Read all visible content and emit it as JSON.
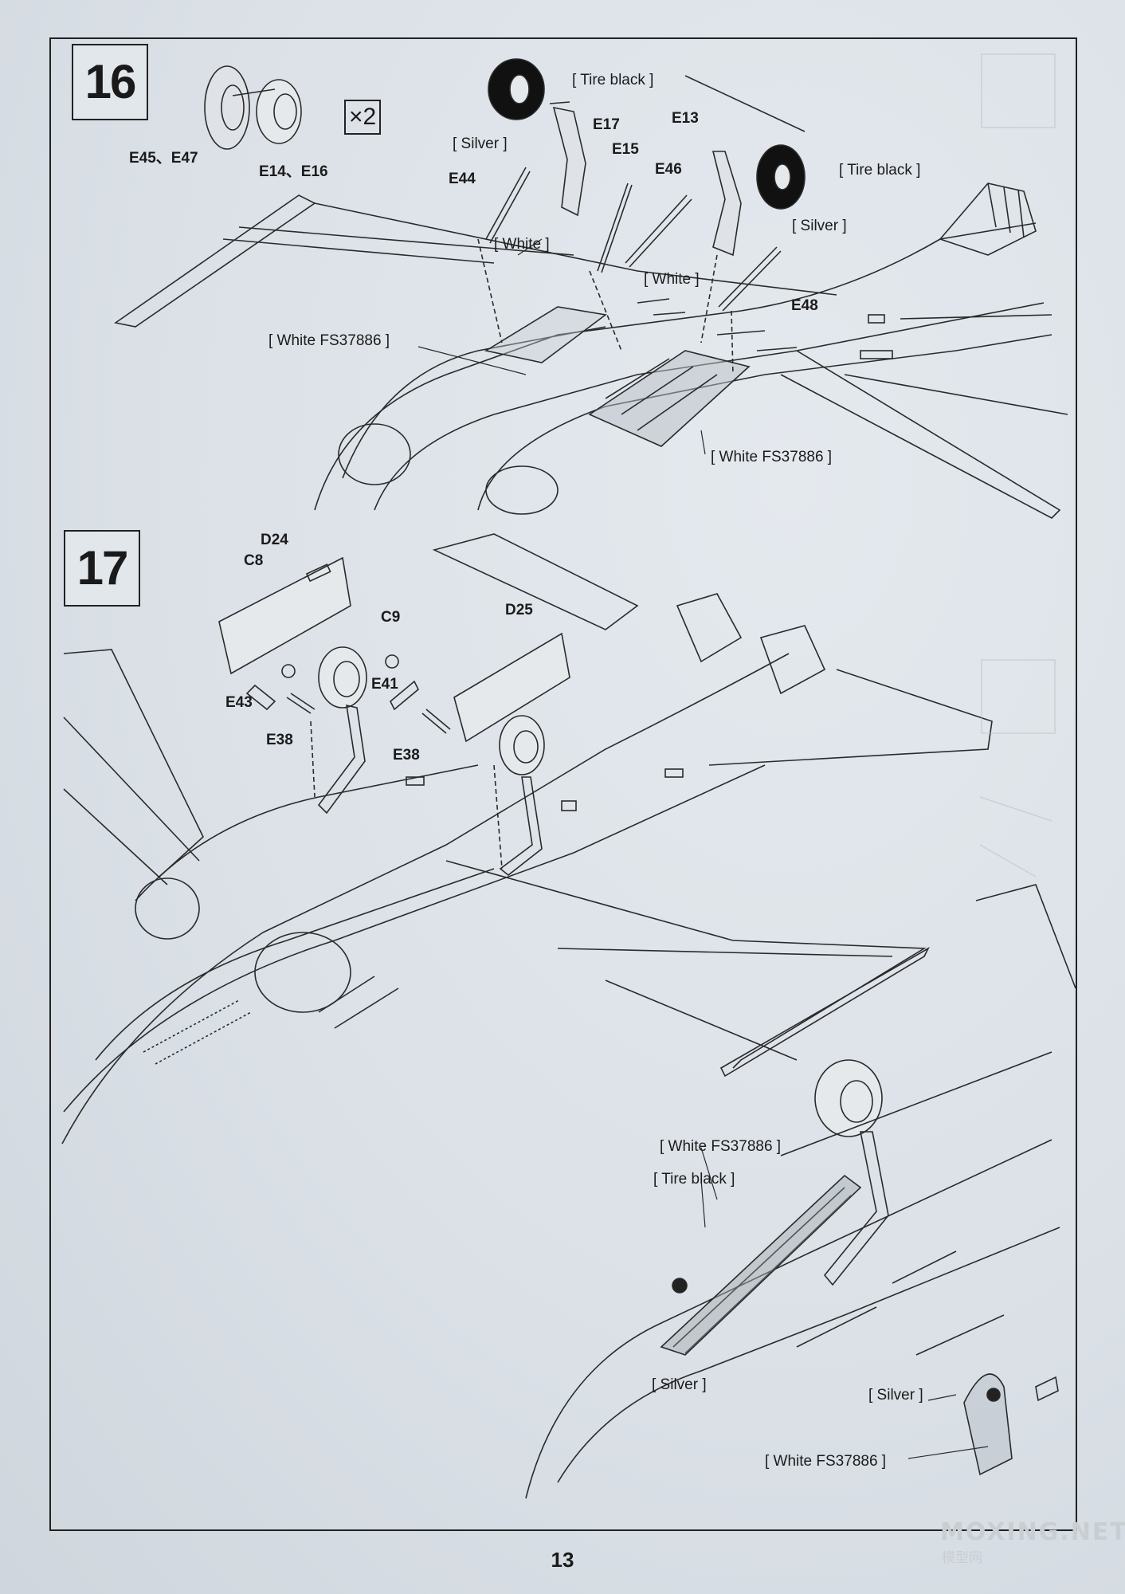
{
  "page": {
    "number": "13"
  },
  "watermark": {
    "text": "MOXING.NET",
    "sub": "模型网"
  },
  "step16": {
    "number": "16",
    "multiplier": "2",
    "multiplier_prefix": "×",
    "parts": {
      "e45_e47": "E45、E47",
      "e14_e16": "E14、E16",
      "e17": "E17",
      "e13": "E13",
      "e15": "E15",
      "e46": "E46",
      "e44": "E44",
      "e48": "E48"
    },
    "colors": {
      "tire_black_1": "[ Tire black ]",
      "tire_black_2": "[ Tire black ]",
      "silver_1": "[ Silver ]",
      "silver_2": "[ Silver ]",
      "white_1": "[ White ]",
      "white_2": "[ White ]",
      "white_fs_1": "[ White FS37886 ]",
      "white_fs_2": "[ White FS37886 ]"
    }
  },
  "step17": {
    "number": "17",
    "parts": {
      "d24": "D24",
      "c8": "C8",
      "c9": "C9",
      "d25": "D25",
      "e41": "E41",
      "e43": "E43",
      "e38_1": "E38",
      "e38_2": "E38"
    },
    "colors": {
      "white_fs_1": "[ White FS37886 ]",
      "tire_black": "[ Tire black ]",
      "silver_1": "[ Silver ]",
      "silver_2": "[ Silver ]",
      "white_fs_2": "[ White FS37886 ]"
    }
  }
}
